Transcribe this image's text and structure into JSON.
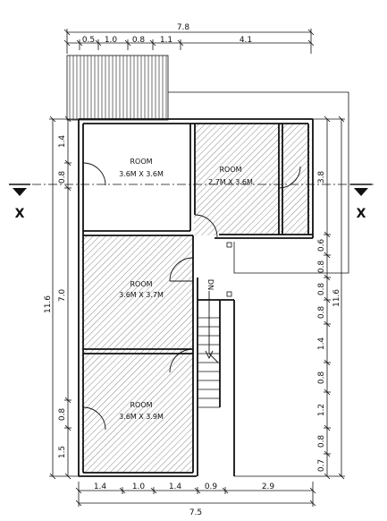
{
  "dimensions": {
    "top_total": "7.8",
    "top_segments": [
      "0.5",
      "1.0",
      "0.8",
      "1.1",
      "4.1"
    ],
    "bottom_total": "7.5",
    "bottom_segments": [
      "1.4",
      "1.0",
      "1.4",
      "0.9",
      "2.9"
    ],
    "left_overall": "11.6",
    "left_sub": "7.0",
    "left_segments": [
      "1.4",
      "0.8",
      "0.8",
      "1.5"
    ],
    "right_overall": "11.6",
    "right_top": "3.8",
    "right_segments": [
      "0.6",
      "0.8",
      "0.8",
      "0.8",
      "1.4",
      "0.8",
      "1.2",
      "0.8",
      "0.7"
    ]
  },
  "rooms": [
    {
      "name": "ROOM",
      "size": "3.6M X 3.6M"
    },
    {
      "name": "ROOM",
      "size": "2.7M X 3.6M"
    },
    {
      "name": "ROOM",
      "size": "3.6M X 3.7M"
    },
    {
      "name": "ROOM",
      "size": "3.6M X 3.9M"
    }
  ],
  "section_marks": {
    "left": "X",
    "right": "X"
  },
  "stair_label": "DN",
  "colors": {
    "line": "#111111",
    "hatch": "#555555",
    "background": "#ffffff"
  }
}
